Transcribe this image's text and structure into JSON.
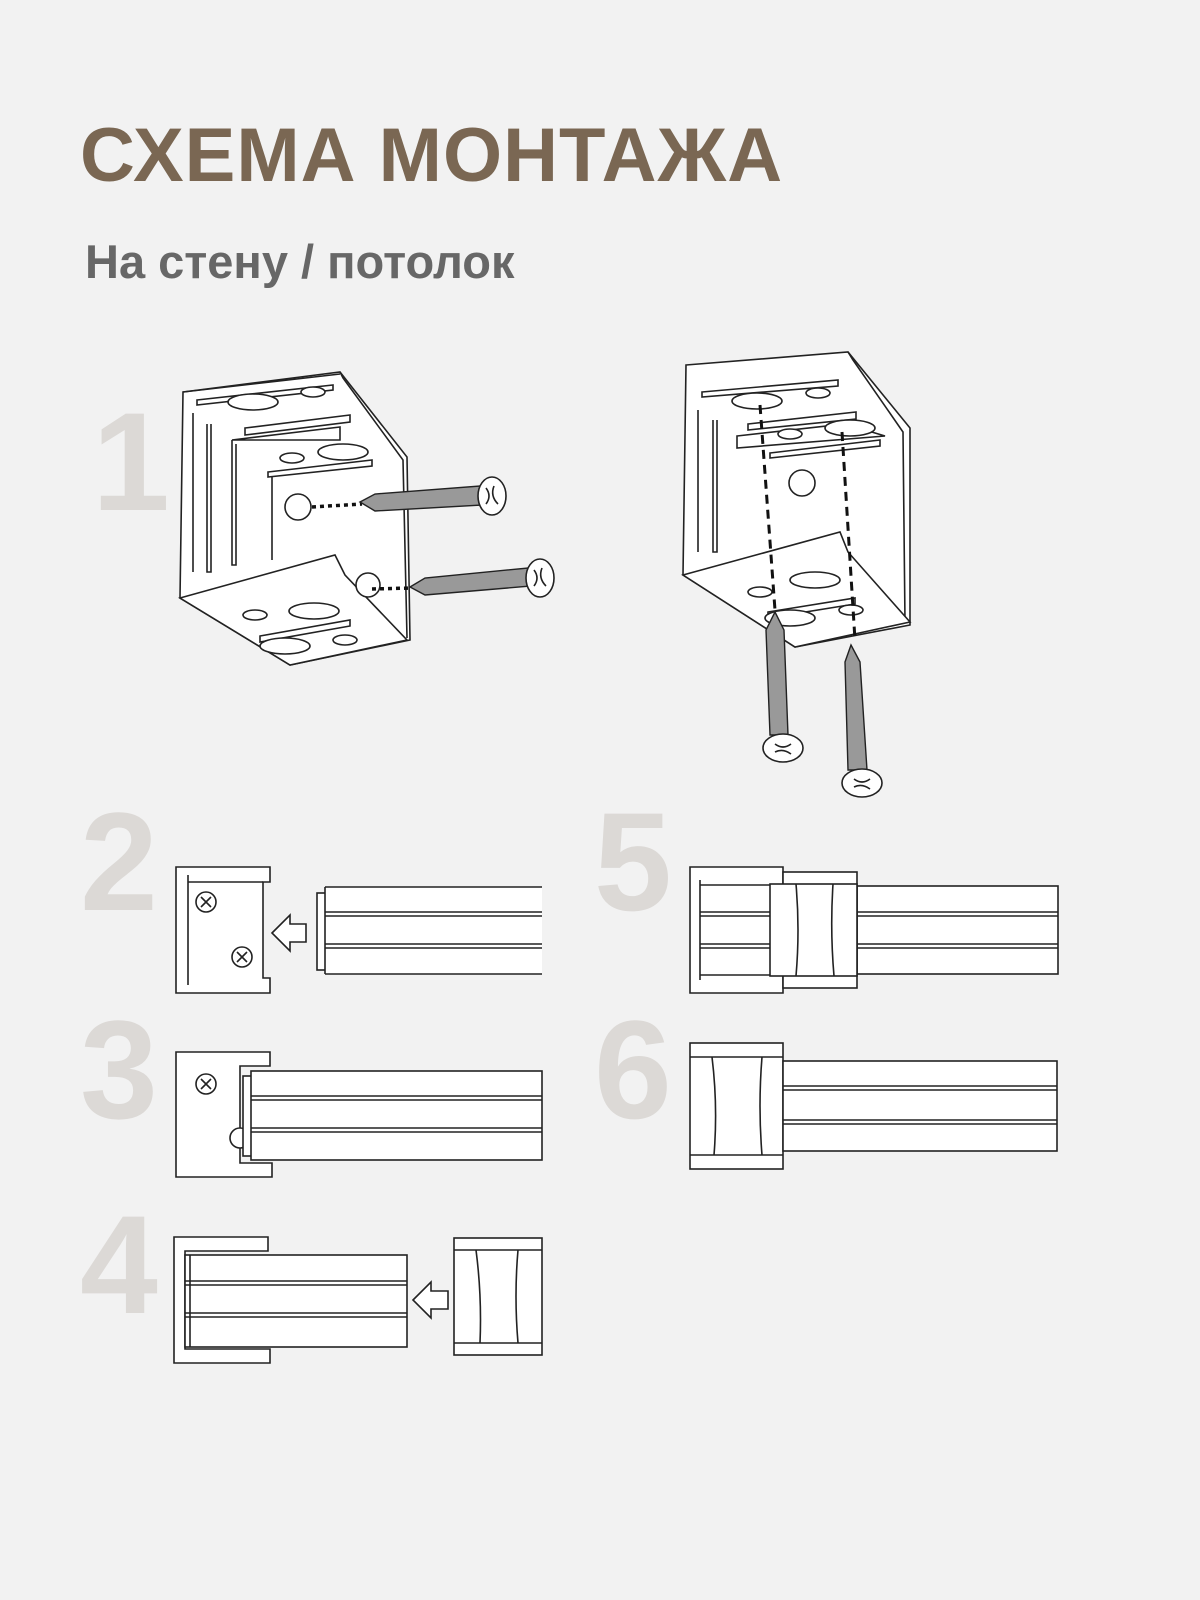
{
  "header": {
    "title": "СХЕМА МОНТАЖА",
    "subtitle": "На стену / потолок"
  },
  "steps": [
    {
      "number": "1",
      "description_icon": "bracket-wall-ceiling-mount-icon"
    },
    {
      "number": "2",
      "description_icon": "insert-rail-into-bracket-icon"
    },
    {
      "number": "3",
      "description_icon": "rail-in-bracket-icon"
    },
    {
      "number": "4",
      "description_icon": "attach-end-cap-icon"
    },
    {
      "number": "5",
      "description_icon": "end-cap-sliding-icon"
    },
    {
      "number": "6",
      "description_icon": "assembled-rail-icon"
    }
  ],
  "colors": {
    "background": "#f2f2f2",
    "title": "#7a6753",
    "subtitle": "#676767",
    "step_number": "#dcd9d6"
  }
}
